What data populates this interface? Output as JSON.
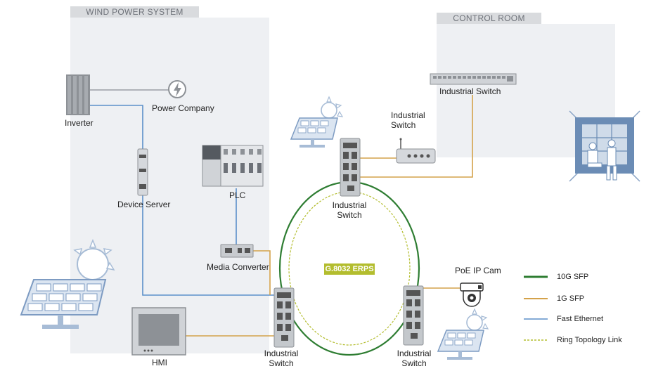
{
  "zones": {
    "wind_power_system": "WIND POWER SYSTEM",
    "control_room": "CONTROL ROOM"
  },
  "devices": {
    "inverter": "Inverter",
    "power_company": "Power Company",
    "device_server": "Device Server",
    "plc": "PLC",
    "media_converter": "Media Converter",
    "hmi": "HMI",
    "industrial_switch_control": "Industrial Switch",
    "industrial_switch_wifi": "Industrial Switch",
    "industrial_switch_top": "Industrial Switch",
    "industrial_switch_bottom_left": "Industrial Switch",
    "industrial_switch_bottom_right": "Industrial Switch",
    "poe_ip_cam": "PoE IP Cam"
  },
  "ring_label": "G.8032 ERPS",
  "legend": [
    {
      "label": "10G SFP",
      "color": "#2e7d32",
      "style": "solid-thick"
    },
    {
      "label": "1G SFP",
      "color": "#d4a24a",
      "style": "solid"
    },
    {
      "label": "Fast Ethernet",
      "color": "#5b8fc9",
      "style": "solid"
    },
    {
      "label": "Ring Topology Link",
      "color": "#b3bd2e",
      "style": "dashed"
    }
  ],
  "colors": {
    "zone_bg": "#eef0f3",
    "ten_g": "#2e7d32",
    "one_g": "#d4a24a",
    "fast_ethernet": "#5b8fc9",
    "ring": "#b3bd2e",
    "icon_blue": "#6b8cb5"
  }
}
